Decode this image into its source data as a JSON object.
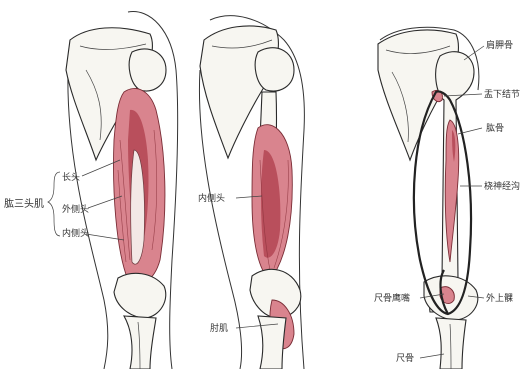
{
  "figure1": {
    "group_label": "肱三头肌",
    "labels": [
      "长头",
      "外侧头",
      "内侧头"
    ]
  },
  "figure2": {
    "labels": [
      "内侧头",
      "肘肌"
    ]
  },
  "figure3": {
    "labels": [
      "肩胛骨",
      "盂下结节",
      "肱骨",
      "桡神经沟",
      "尺骨鹰嘴",
      "外上髁",
      "尺骨"
    ]
  },
  "colors": {
    "muscle": "#d9848e",
    "muscle_dark": "#b94f5c",
    "bone_outline": "#2a2a2a"
  }
}
